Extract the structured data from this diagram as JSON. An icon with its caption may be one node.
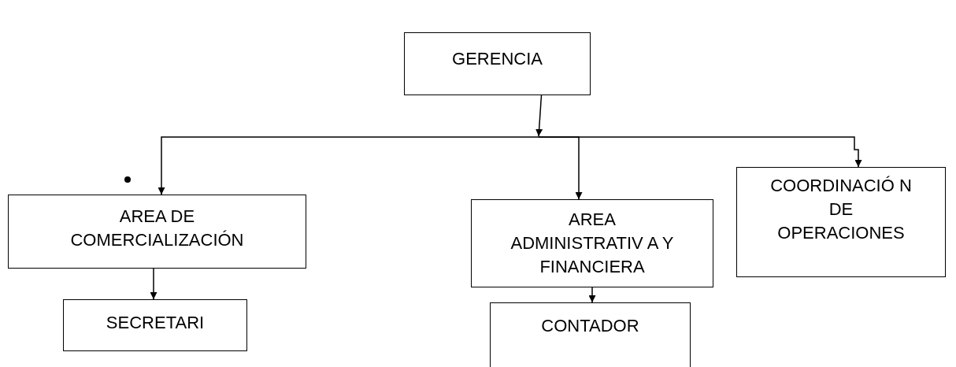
{
  "diagram": {
    "nodes": [
      {
        "text": [
          "GERENCIA"
        ]
      },
      {
        "text": [
          "AREA DE COMERCIALIZACIÓN"
        ]
      },
      {
        "text": [
          "AREA ADMINISTRATIV A Y FINANCIERA"
        ]
      },
      {
        "text": [
          "COORDINACIÓ N DE OPERACIONES"
        ]
      },
      {
        "text": [
          "SECRETARI"
        ]
      },
      {
        "text": [
          "CONTADOR"
        ]
      }
    ],
    "edges": [
      {
        "from": 0,
        "to": 1,
        "arrow": "to"
      },
      {
        "from": 0,
        "to": 2,
        "arrow": "to"
      },
      {
        "from": 0,
        "to": 3,
        "arrow": "to"
      },
      {
        "from": 1,
        "to": 4,
        "arrow": "to"
      },
      {
        "from": 2,
        "to": 5,
        "arrow": "to"
      }
    ]
  }
}
